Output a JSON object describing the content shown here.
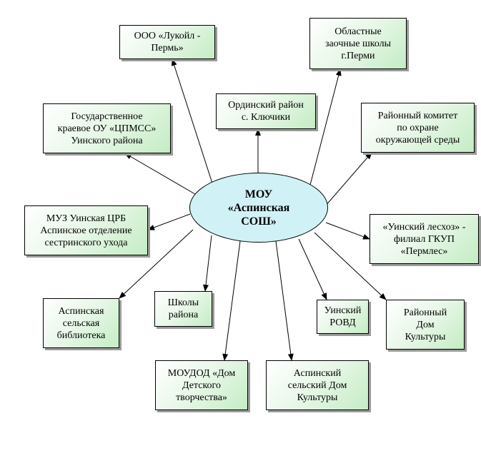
{
  "center": {
    "text": "МОУ\n«Аспинская\nСОШ»",
    "color": "#d0f2f6"
  },
  "nodes": [
    {
      "id": "lukoil",
      "text": "ООО «Лукойл -\nПермь»"
    },
    {
      "id": "regional-schools",
      "text": "Областные\nзаочные школы\nг.Перми"
    },
    {
      "id": "ordinsky",
      "text": "Ординский район\nс. Ключики"
    },
    {
      "id": "cpmss",
      "text": "Государственное\nкраевое ОУ «ЦПМСС»\nУинского района"
    },
    {
      "id": "nature-committee",
      "text": "Районный комитет\nпо охране\nокружающей среды"
    },
    {
      "id": "hospital",
      "text": "МУЗ Уинская ЦРБ\nАспинское отделение\nсестринского ухода"
    },
    {
      "id": "leskhoz",
      "text": "«Уинский лесхоз» -\nфилиал ГКУП\n«Пермлес»"
    },
    {
      "id": "library",
      "text": "Аспинская\nсельская\nбиблиотека"
    },
    {
      "id": "district-schools",
      "text": "Школы\nрайона"
    },
    {
      "id": "rovd",
      "text": "Уинский\nРОВД"
    },
    {
      "id": "district-culture",
      "text": "Районный\nДом\nКультуры"
    },
    {
      "id": "children-house",
      "text": "МОУДОД «Дом\nДетского\nтворчества»"
    },
    {
      "id": "village-culture",
      "text": "Аспинский\nсельский Дом\nКультуры"
    }
  ]
}
